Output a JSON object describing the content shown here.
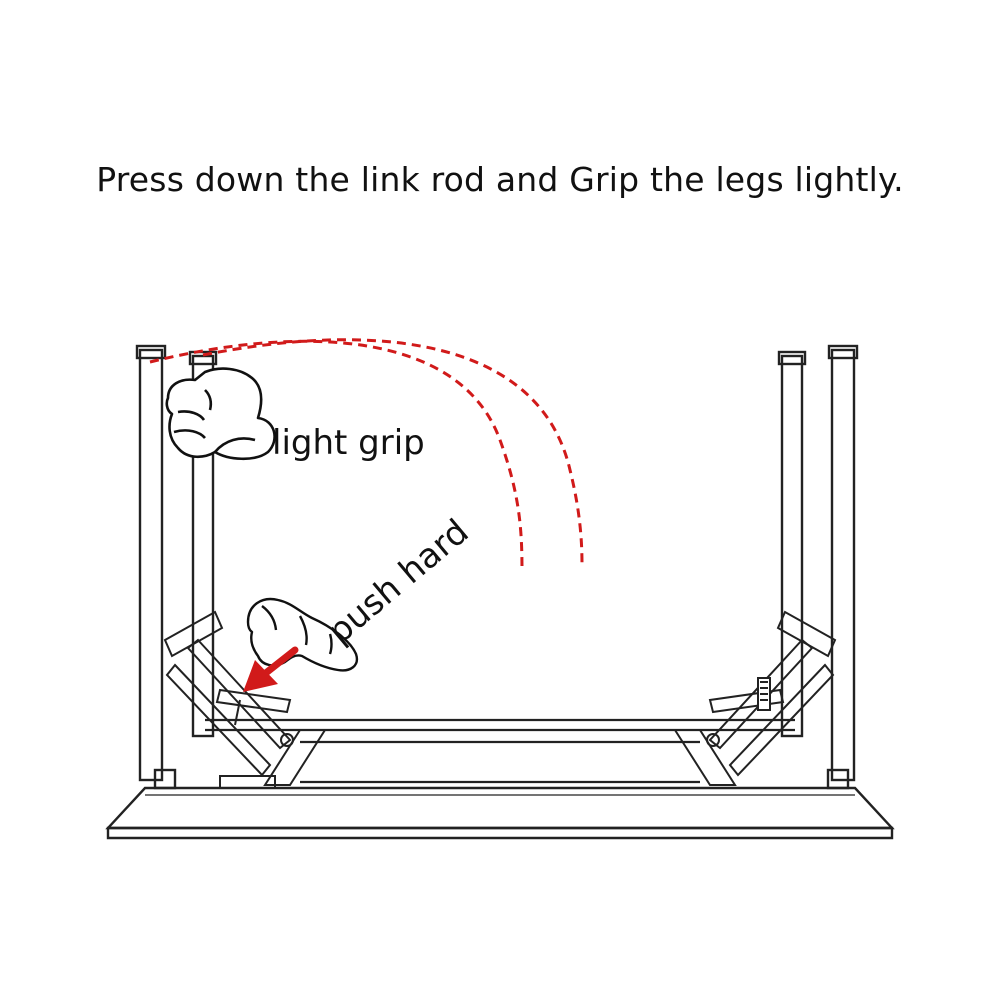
{
  "instruction": "Press down the link rod and Grip the legs lightly.",
  "labels": {
    "grip": "light grip",
    "push": "push hard"
  },
  "colors": {
    "line": "#222222",
    "accent": "#d11a1a"
  },
  "icons": [
    "hand-grip-icon",
    "finger-push-icon",
    "push-arrow-icon"
  ]
}
